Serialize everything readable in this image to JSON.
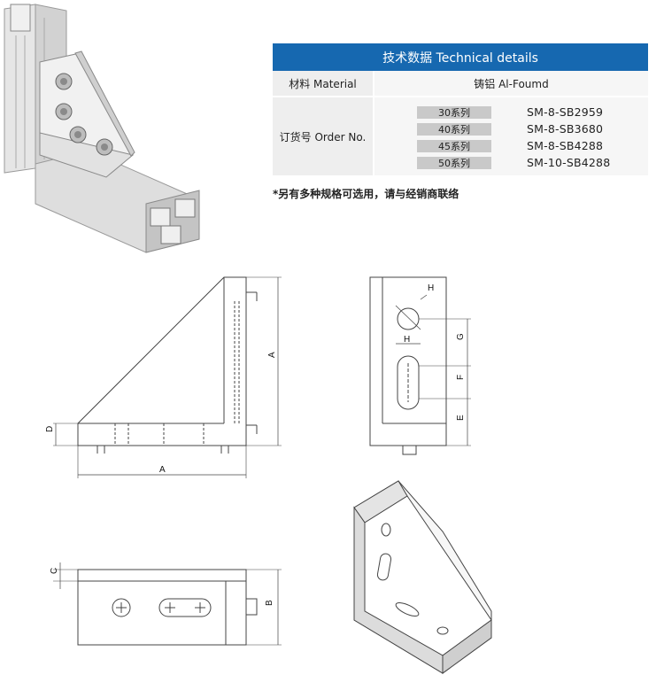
{
  "table": {
    "header": "技术数据 Technical details",
    "material_label": "材料 Material",
    "material_value": "铸铝 Al-Foumd",
    "order_label": "订货号 Order No.",
    "orders": [
      {
        "series": "30系列",
        "number": "SM-8-SB2959"
      },
      {
        "series": "40系列",
        "number": "SM-8-SB3680"
      },
      {
        "series": "45系列",
        "number": "SM-8-SB4288"
      },
      {
        "series": "50系列",
        "number": "SM-10-SB4288"
      }
    ]
  },
  "footnote": "*另有多种规格可选用，请与经销商联络",
  "dimensions": {
    "a_vertical": "A",
    "a_horizontal": "A",
    "d": "D",
    "h_top": "H",
    "h_bottom": "H",
    "g": "G",
    "f": "F",
    "e": "E",
    "c": "C",
    "b": "B"
  },
  "colors": {
    "header_bg": "#1668b0",
    "label_bg": "#eeeeee",
    "tag_bg": "#c9c9c9"
  }
}
